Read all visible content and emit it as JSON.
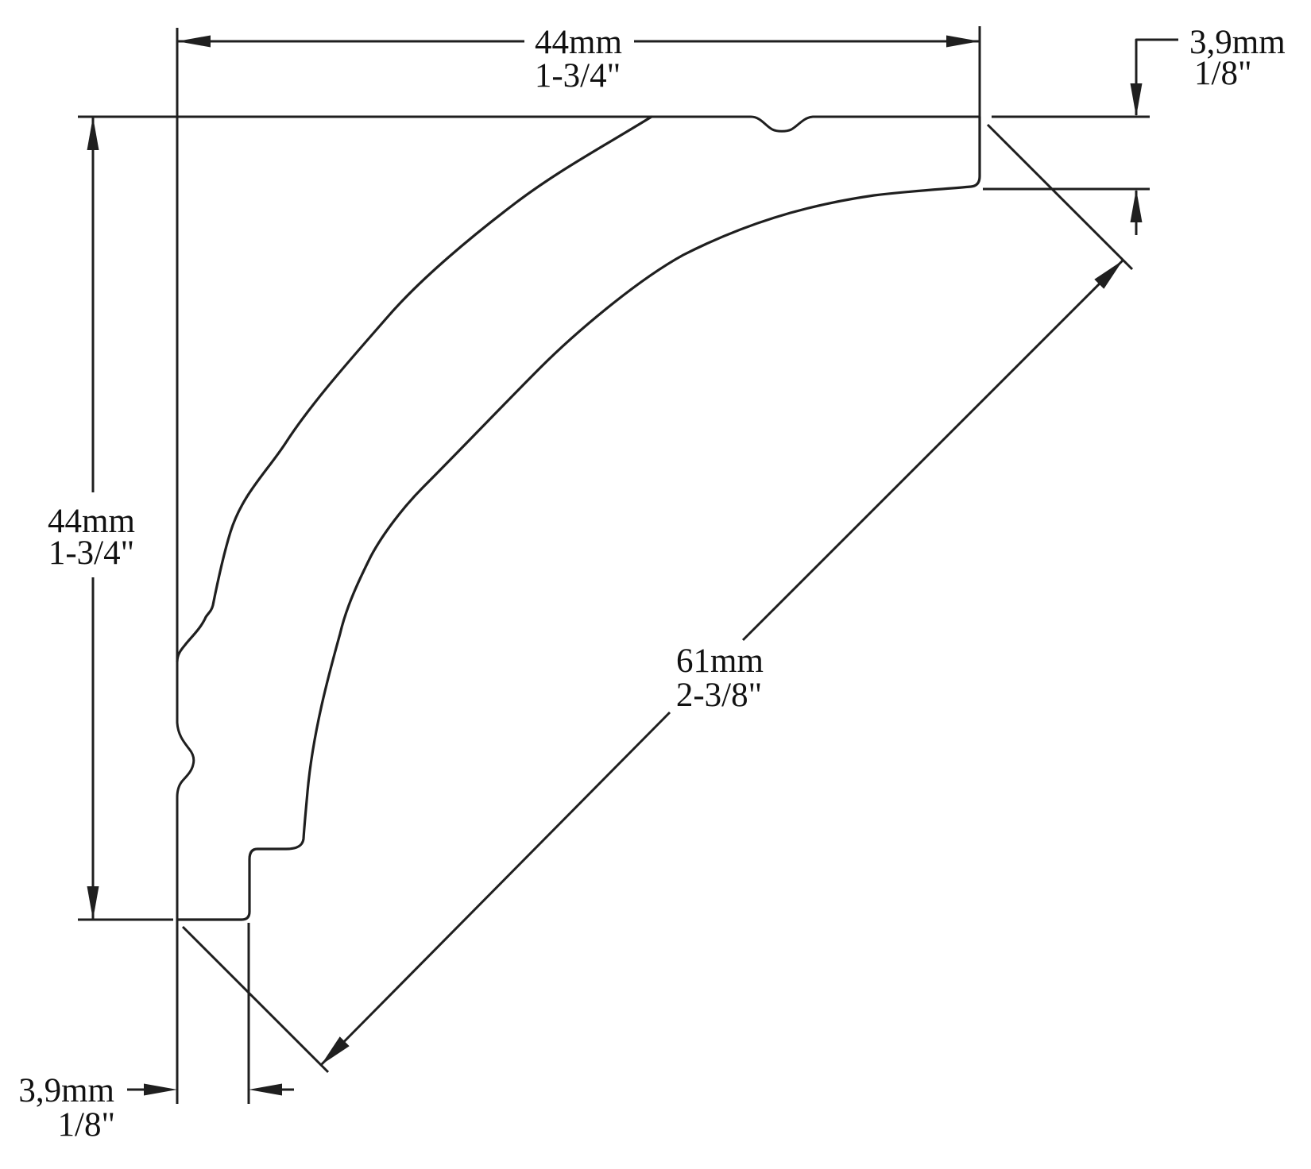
{
  "drawing": {
    "kind": "molding profile cross-section with dimensions",
    "background_color": "#ffffff",
    "line_color": "#1f1f1f"
  },
  "dimensions": {
    "top_width": {
      "metric": "44mm",
      "imperial": "1-3/4\""
    },
    "left_height": {
      "metric": "44mm",
      "imperial": "1-3/4\""
    },
    "right_thickness": {
      "metric": "3,9mm",
      "imperial": "1/8\""
    },
    "bottom_thickness": {
      "metric": "3,9mm",
      "imperial": "1/8\""
    },
    "cove_face": {
      "metric": "61mm",
      "imperial": "2-3/8\""
    }
  }
}
